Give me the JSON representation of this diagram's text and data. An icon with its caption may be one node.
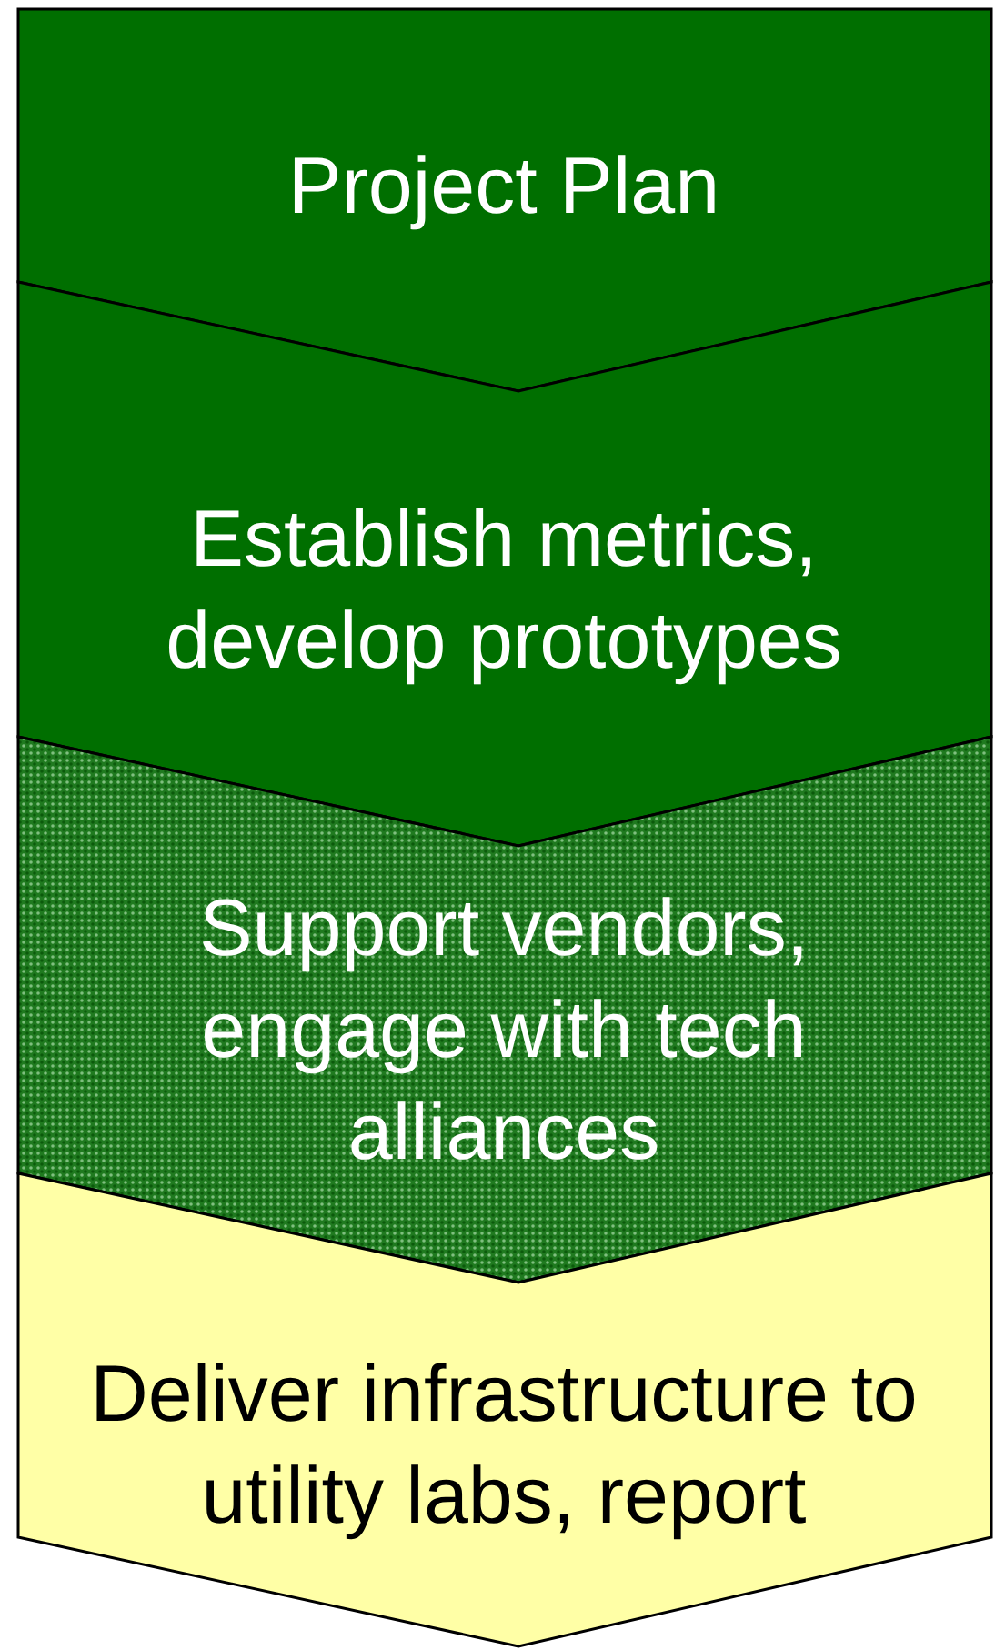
{
  "diagram": {
    "nodes": [
      {
        "text": [
          "Project Plan"
        ]
      },
      {
        "text": [
          "Establish metrics, develop prototypes"
        ]
      },
      {
        "text": [
          "Support vendors, engage with tech alliances"
        ]
      },
      {
        "text": [
          "Deliver infrastructure to utility labs, report"
        ]
      }
    ]
  }
}
